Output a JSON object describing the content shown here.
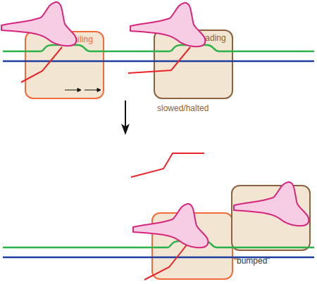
{
  "diagram": {
    "nodes": [
      {
        "text": [
          "Trailing"
        ]
      },
      {
        "text": [
          "Leading",
          "slowed/halted"
        ]
      },
      {
        "text": [
          "“bumped”"
        ]
      }
    ]
  }
}
